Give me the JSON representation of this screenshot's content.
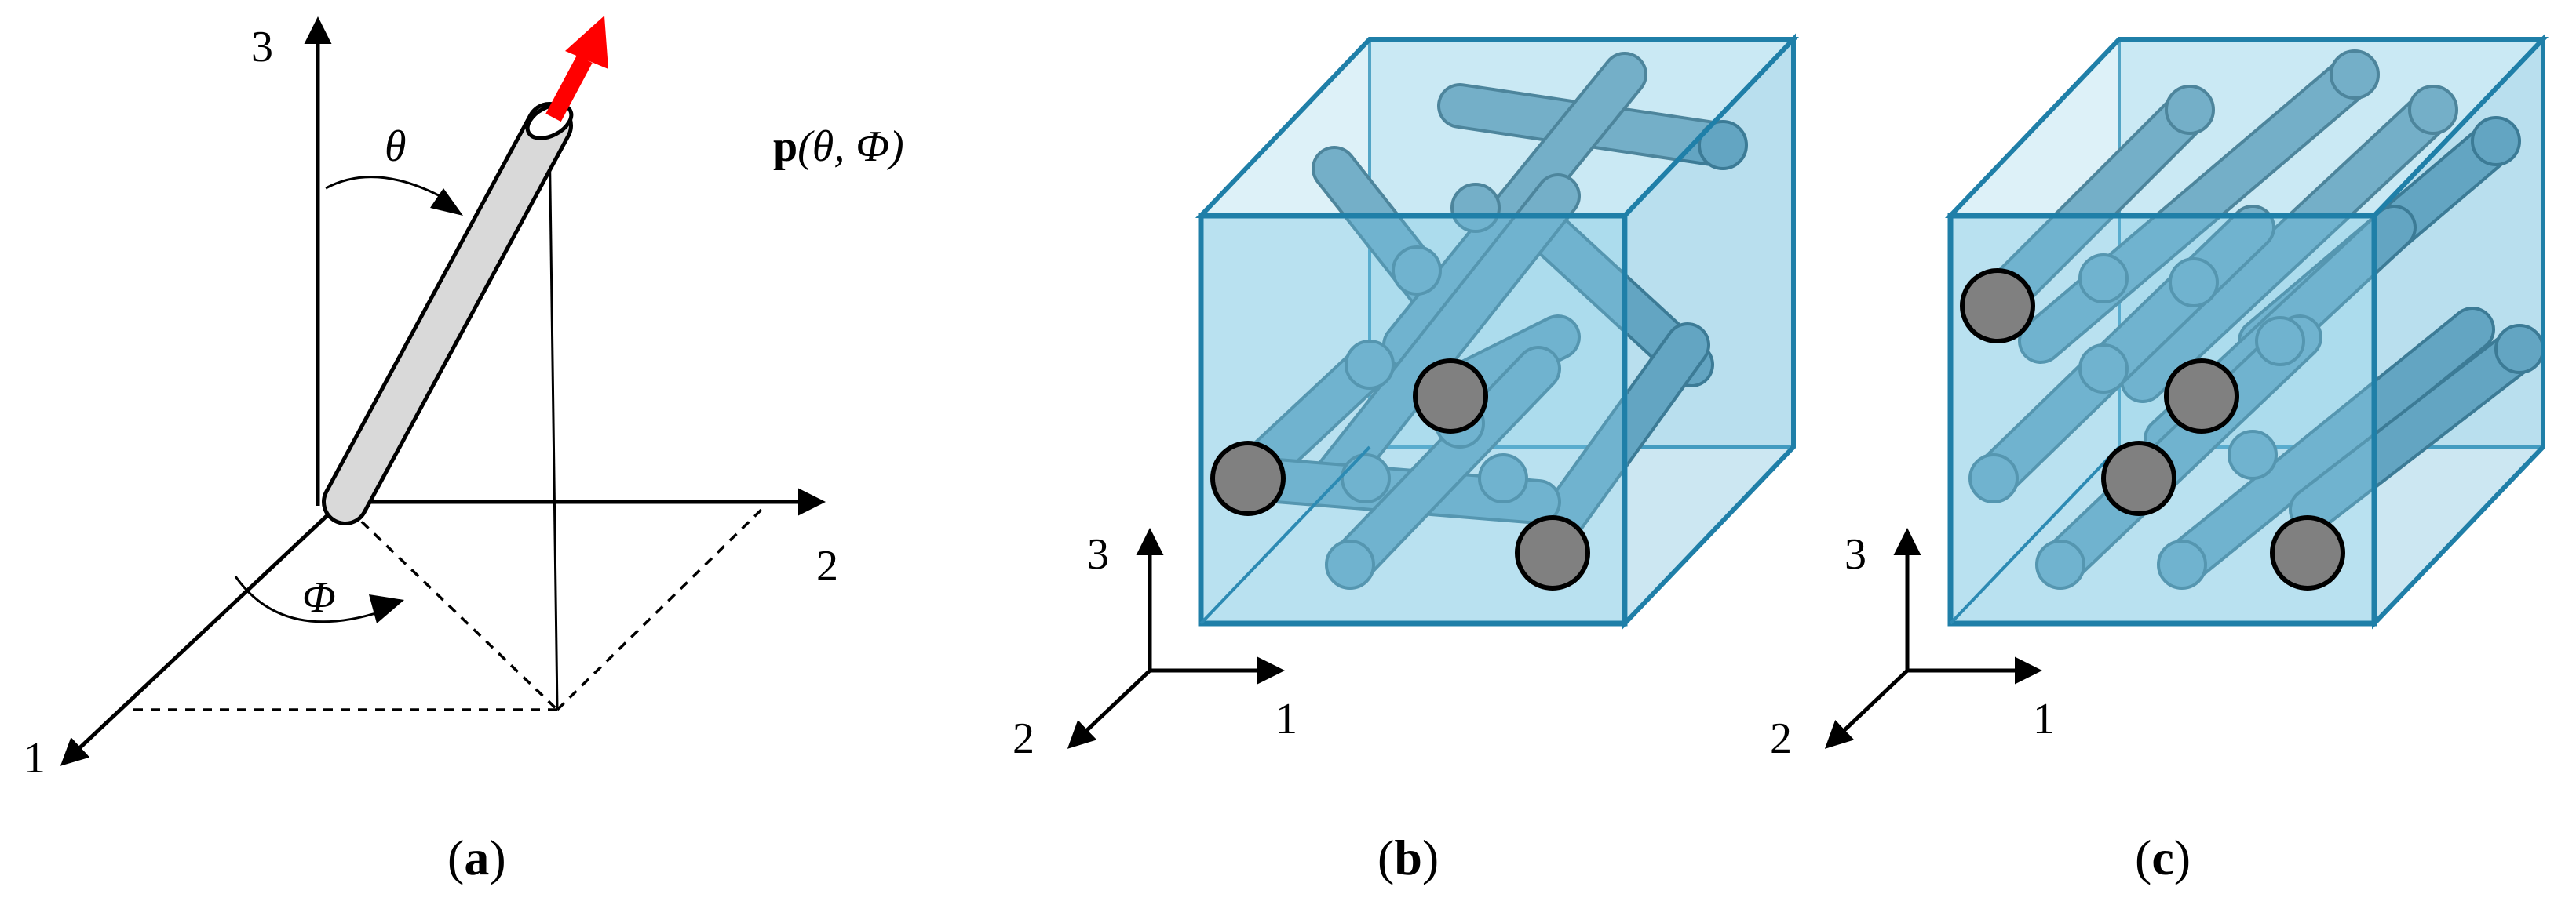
{
  "panel_a": {
    "axis_1": "1",
    "axis_2": "2",
    "axis_3": "3",
    "theta": "θ",
    "phi": "Φ",
    "vector_label_p": "p",
    "vector_label_args": "(θ, Φ)",
    "caption": "(a)",
    "caption_letter": "a"
  },
  "panel_b": {
    "axis_1": "1",
    "axis_2": "2",
    "axis_3": "3",
    "caption_letter": "b"
  },
  "panel_c": {
    "axis_1": "1",
    "axis_2": "2",
    "axis_3": "3",
    "caption_letter": "c"
  },
  "colors": {
    "arrow_red": "#ff0000",
    "cube_blue": "#7fc9e4",
    "fiber_blue": "#5e9ab6",
    "fiber_cap_gray": "#808080"
  }
}
